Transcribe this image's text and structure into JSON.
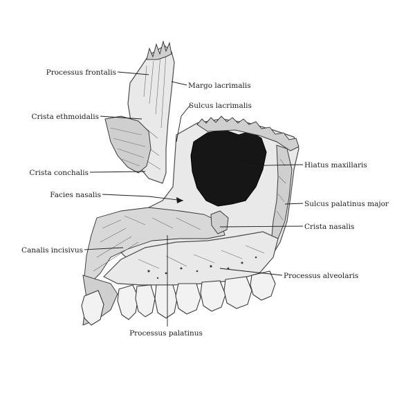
{
  "labels": {
    "processus_frontalis": "Processus frontalis",
    "margo_lacrimalis": "Margo lacrimalis",
    "sulcus_lacrimalis": "Sulcus lacrimalis",
    "crista_ethmoidalis": "Crista ethmoidalis",
    "hiatus_maxillaris": "Hiatus maxillaris",
    "crista_conchalis": "Crista conchalis",
    "facies_nasalis": "Facies nasalis",
    "sulcus_palatinus_major": "Sulcus palatinus major",
    "crista_nasalis": "Crista nasalis",
    "canalis_incisivus": "Canalis incisivus",
    "processus_alveolaris": "Processus  alveolaris",
    "processus_palatinus": "Processus palatinus"
  },
  "colors": {
    "ink": "#1a1a1a",
    "bone": "#e9e9e9",
    "cavity": "#161616"
  }
}
